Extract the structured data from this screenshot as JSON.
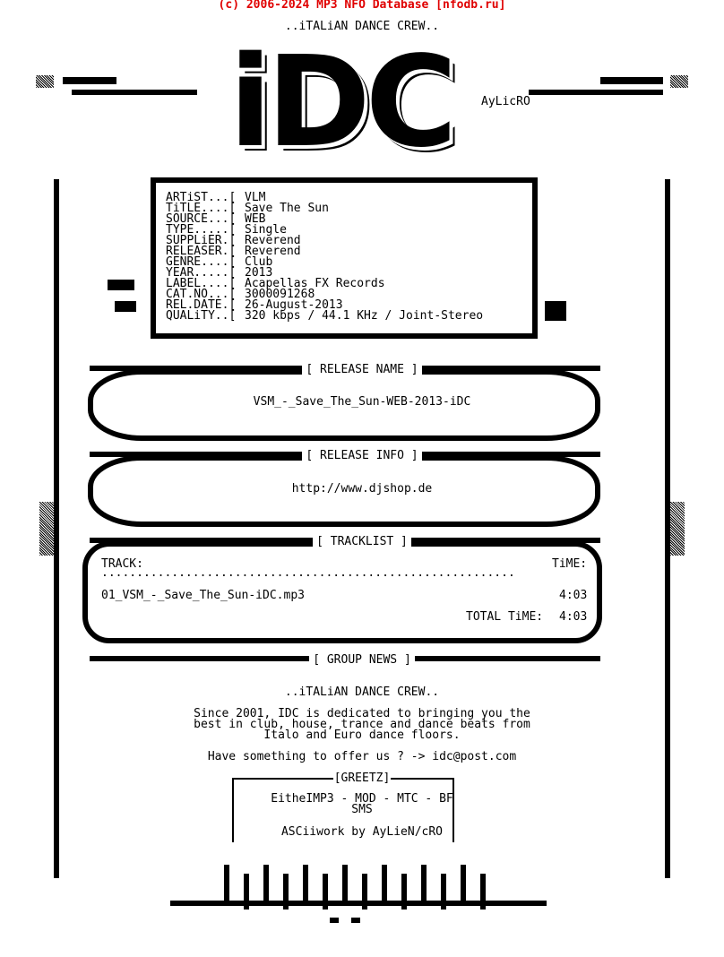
{
  "site_header": "(c) 2006-2024 MP3 NFO Database [nfodb.ru]",
  "group_tagline": "..iTALiAN DANCE CREW..",
  "logo_text": "iDC",
  "ascii_artist_tag": "AyLicRO",
  "info": [
    {
      "label": "ARTiST...[",
      "value": "VLM"
    },
    {
      "label": "TiTLE....[",
      "value": "Save The Sun"
    },
    {
      "label": "SOURCE...[",
      "value": "WEB"
    },
    {
      "label": "TYPE.....[",
      "value": "Single"
    },
    {
      "label": "SUPPLiER.[",
      "value": "Reverend"
    },
    {
      "label": "RELEASER.[",
      "value": "Reverend"
    },
    {
      "label": "GENRE....[",
      "value": "Club"
    },
    {
      "label": "YEAR.....[",
      "value": "2013"
    },
    {
      "label": "LABEL....[",
      "value": "Acapellas FX Records"
    },
    {
      "label": "CAT.NO...[",
      "value": "3000091268"
    },
    {
      "label": "REL.DATE.[",
      "value": "26-August-2013"
    },
    {
      "label": "QUALiTY..[",
      "value": "320 kbps / 44.1 KHz / Joint-Stereo"
    }
  ],
  "release_name": {
    "heading": "[ RELEASE NAME ]",
    "value": "VSM_-_Save_The_Sun-WEB-2013-iDC"
  },
  "release_info": {
    "heading": "[ RELEASE INFO ]",
    "value": "http://www.djshop.de"
  },
  "tracklist": {
    "heading": "[ TRACKLIST ]",
    "col_track": "TRACK:",
    "col_time": "TiME:",
    "separator": "...........................................................",
    "tracks": [
      {
        "name": "01_VSM_-_Save_The_Sun-iDC.mp3",
        "time": "4:03"
      }
    ],
    "total_label": "TOTAL TiME:",
    "total_time": "4:03"
  },
  "group_news": {
    "heading": "[ GROUP NEWS ]",
    "tagline": "..iTALiAN DANCE CREW..",
    "lines": [
      "Since 2001, IDC is dedicated to bringing you the",
      "best in club, house, trance and dance beats from",
      "Italo and Euro dance floors."
    ],
    "contact": "Have something to offer us ? -> idc@post.com"
  },
  "greetz": {
    "heading": "[GREETZ]",
    "line1": "EitheIMP3 - MOD - MTC - BF",
    "line2": "SMS",
    "credit": "ASCiiwork by AyLieN/cRO"
  }
}
